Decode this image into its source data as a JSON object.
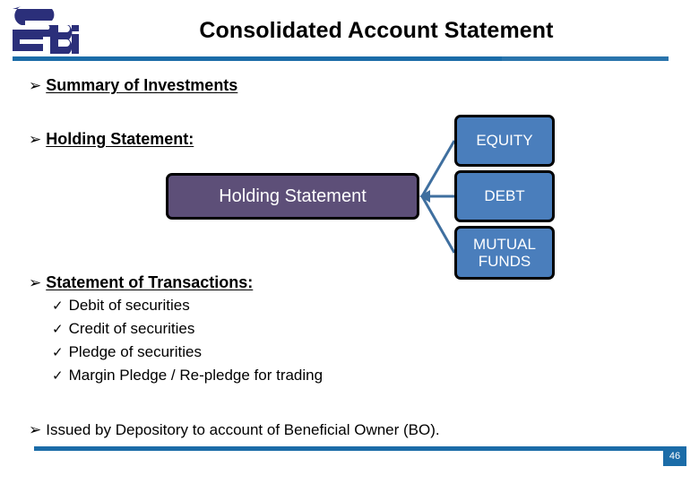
{
  "slide": {
    "title": "Consolidated Account Statement",
    "page_number": "46",
    "accent_color": "#1b6ca8",
    "node_main_color": "#5d4f78",
    "node_leaf_color": "#4a7ebc",
    "logo_color": "#2b2f7a",
    "logo_text": "SEBi"
  },
  "bullets": {
    "arrow_marker": "➢",
    "check_marker": "✓",
    "summary": "Summary of Investments",
    "holding": "Holding Statement:",
    "statement_of_transactions": "Statement of Transactions:",
    "issued": "Issued by Depository to account of Beneficial Owner (BO)."
  },
  "transactions": [
    "Debit of securities",
    "Credit of securities",
    "Pledge of securities",
    "Margin Pledge / Re-pledge for trading"
  ],
  "diagram": {
    "main_node": "Holding Statement",
    "leaves": [
      {
        "line1": "EQUITY",
        "line2": ""
      },
      {
        "line1": "DEBT",
        "line2": ""
      },
      {
        "line1": "MUTUAL",
        "line2": "FUNDS"
      }
    ]
  }
}
